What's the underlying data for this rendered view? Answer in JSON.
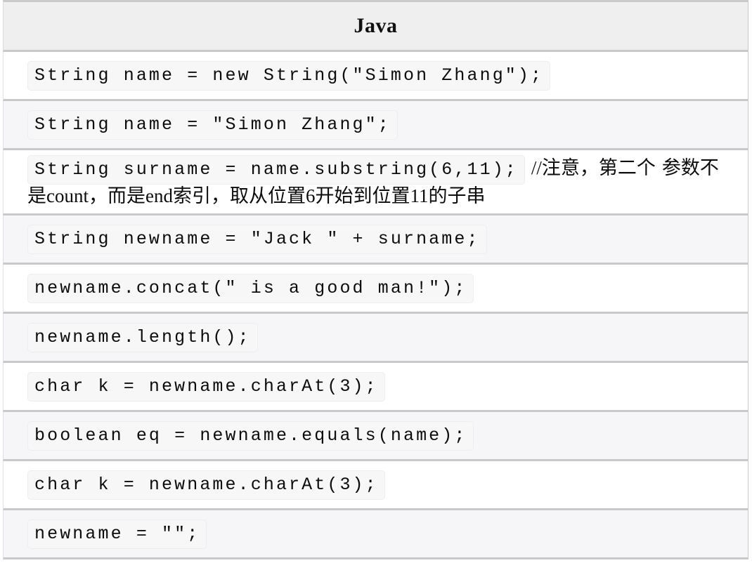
{
  "table": {
    "header": {
      "title": "Java"
    },
    "colors": {
      "header_background": "#efeff0",
      "row_background_white": "#ffffff",
      "row_background_gray": "#f6f6f8",
      "code_chip_background": "#f7f7f8",
      "border": "#c9c9cc",
      "text": "#0c0c0c"
    },
    "rows": [
      {
        "code": "String name = new String(\"Simon Zhang\");",
        "comment": "",
        "comment_wrap": "",
        "shade": "white"
      },
      {
        "code": "String name = \"Simon Zhang\";",
        "comment": "",
        "comment_wrap": "",
        "shade": "gray"
      },
      {
        "code": "String surname = name.substring(6,11);",
        "comment": "//注意，第二个",
        "comment_wrap": "参数不是count，而是end索引，取从位置6开始到位置11的子串",
        "shade": "white"
      },
      {
        "code": "String newname = \"Jack \" + surname;",
        "comment": "",
        "comment_wrap": "",
        "shade": "gray"
      },
      {
        "code": "newname.concat(\" is a good man!\");",
        "comment": "",
        "comment_wrap": "",
        "shade": "white"
      },
      {
        "code": "newname.length();",
        "comment": "",
        "comment_wrap": "",
        "shade": "gray"
      },
      {
        "code": "char k = newname.charAt(3);",
        "comment": "",
        "comment_wrap": "",
        "shade": "white"
      },
      {
        "code": "boolean eq = newname.equals(name);",
        "comment": "",
        "comment_wrap": "",
        "shade": "gray"
      },
      {
        "code": "char k = newname.charAt(3);",
        "comment": "",
        "comment_wrap": "",
        "shade": "white"
      },
      {
        "code": "newname = \"\";",
        "comment": "",
        "comment_wrap": "",
        "shade": "gray"
      }
    ]
  }
}
